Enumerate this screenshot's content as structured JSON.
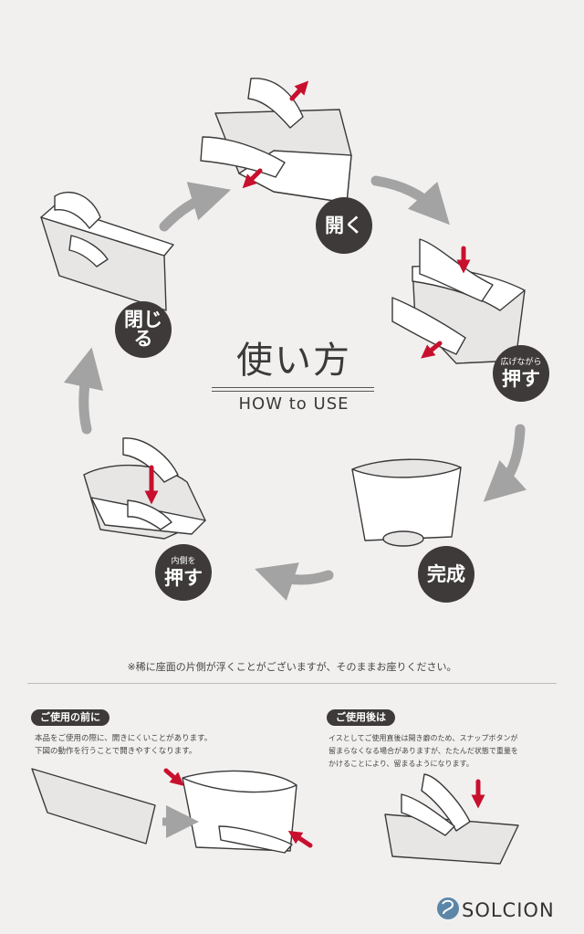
{
  "heading": {
    "title": "使い方",
    "subtitle": "HOW to USE"
  },
  "steps": {
    "open": {
      "label": "開く"
    },
    "push_spread": {
      "small": "広げながら",
      "label": "押す"
    },
    "done": {
      "label": "完成"
    },
    "push_inside": {
      "small": "内側を",
      "label": "押す"
    },
    "close": {
      "label": "閉じる"
    }
  },
  "note": "※稀に座面の片側が浮くことがございますが、そのままお座りください。",
  "before_use": {
    "title": "ご使用の前に",
    "line1": "本品をご使用の際に、開きにくいことがあります。",
    "line2": "下図の動作を行うことで開きやすくなります。"
  },
  "after_use": {
    "title": "ご使用後は",
    "line1": "イスとしてご使用直後は開き癖のため、スナップボタンが",
    "line2": "留まらなくなる場合がありますが、たたんだ状態で重量を",
    "line3": "かけることにより、留まるようになります。"
  },
  "brand": {
    "name": "SOLCION"
  },
  "colors": {
    "background": "#f2f0ef",
    "badge": "#3d3a39",
    "arrow_gray": "#a3a3a3",
    "arrow_red": "#c8102e"
  }
}
